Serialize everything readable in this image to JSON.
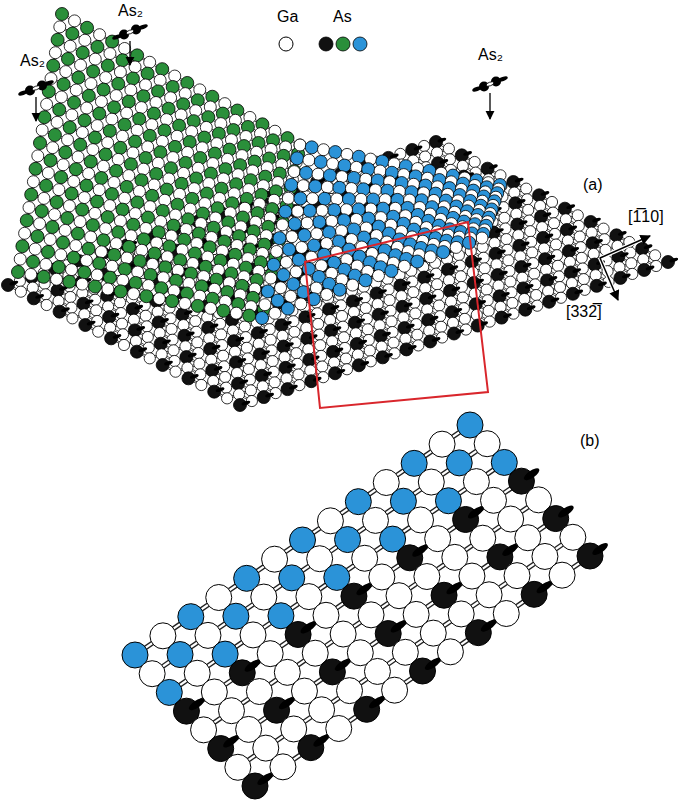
{
  "diagram": {
    "labels": [
      "As₂",
      "As₂",
      "As₂",
      "(a)",
      "(b)",
      "[1̅10]",
      "[332̅]"
    ],
    "legend": [
      {
        "text": "Ga",
        "color": "#ffffff"
      },
      {
        "text": "As"
      }
    ]
  }
}
